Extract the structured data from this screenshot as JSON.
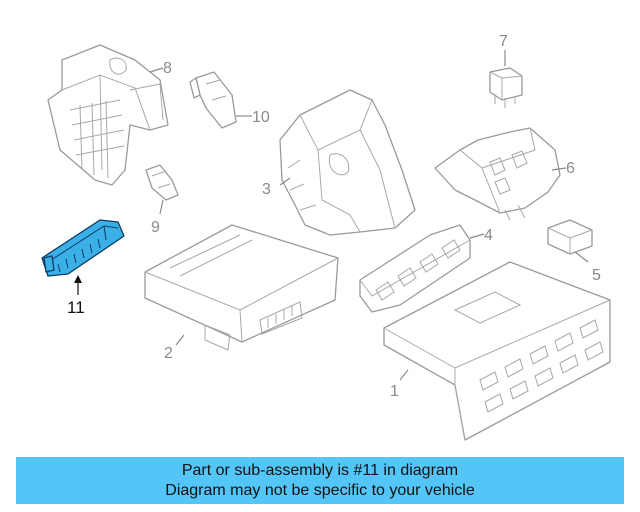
{
  "callouts": {
    "c1": "1",
    "c2": "2",
    "c3": "3",
    "c4": "4",
    "c5": "5",
    "c6": "6",
    "c7": "7",
    "c8": "8",
    "c9": "9",
    "c10": "10",
    "c11": "11"
  },
  "banner": {
    "line1": "Part or sub-assembly is #11 in diagram",
    "line2": "Diagram may not be specific to your vehicle"
  },
  "colors": {
    "banner_bg": "#53c5f6",
    "highlight_fill": "#3ab0e6",
    "highlight_stroke": "#0b3b66",
    "line_art": "#9a9a9a"
  }
}
